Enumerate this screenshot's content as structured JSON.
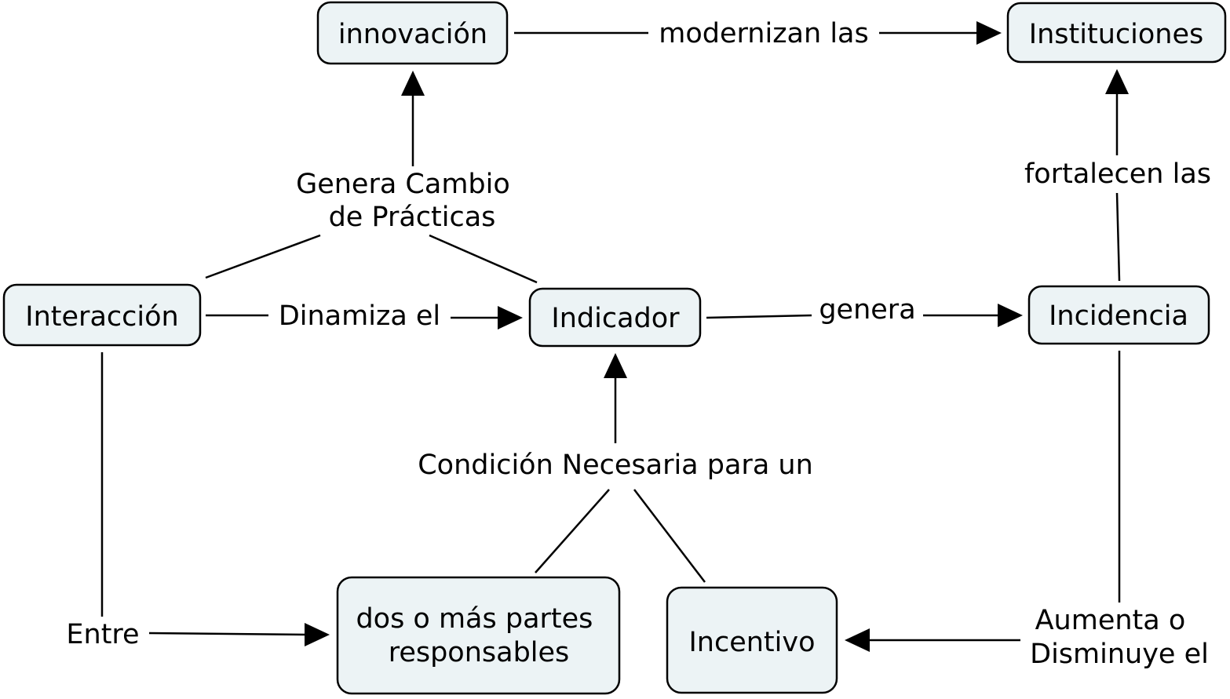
{
  "concepts": {
    "innovacion": "innovación",
    "instituciones": "Instituciones",
    "interaccion": "Interacción",
    "indicador": "Indicador",
    "incidencia": "Incidencia",
    "partes": [
      "dos o más partes",
      "responsables"
    ],
    "incentivo": "Incentivo"
  },
  "links": {
    "modernizan": "modernizan las",
    "genera_cambio": [
      "Genera Cambio",
      "de Prácticas"
    ],
    "fortalecen": "fortalecen las",
    "dinamiza": "Dinamiza el",
    "genera": "genera",
    "condicion": "Condición Necesaria para un",
    "entre": "Entre",
    "aumenta": [
      "Aumenta o",
      "Disminuye el"
    ]
  },
  "colors": {
    "node_fill": "#ecf3f5",
    "stroke": "#000000"
  }
}
